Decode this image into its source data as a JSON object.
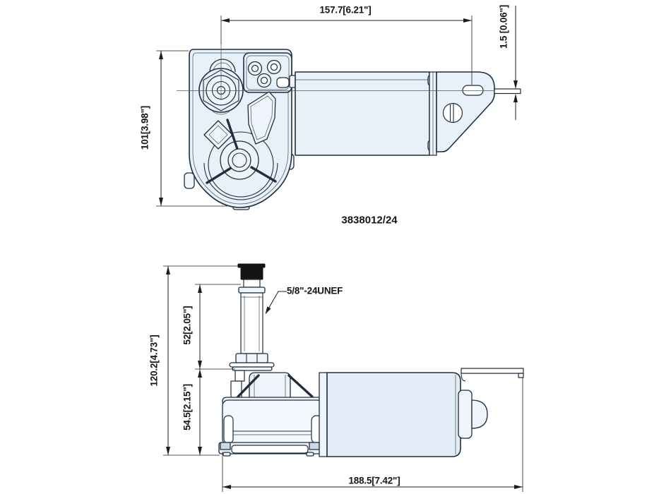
{
  "colors": {
    "part_fill": "#e8f1f9",
    "outline": "#1e2e3e",
    "dimension": "#1c1c1c",
    "black_part": "#141414",
    "background": "#ffffff"
  },
  "top_view": {
    "dim_width": "157.7[6.21\"]",
    "dim_tab_thickness": "1.5 [0.06\"]",
    "dim_height": "101[3.98\"]",
    "part_number": "3838012/24"
  },
  "side_view": {
    "dim_total_height": "120.2[4.73\"]",
    "dim_shaft_height": "52[2.05\"]",
    "dim_body_height": "54.5[2.15\"]",
    "dim_total_length": "188.5[7.42\"]",
    "thread_label": "5/8\"-24UNEF"
  }
}
